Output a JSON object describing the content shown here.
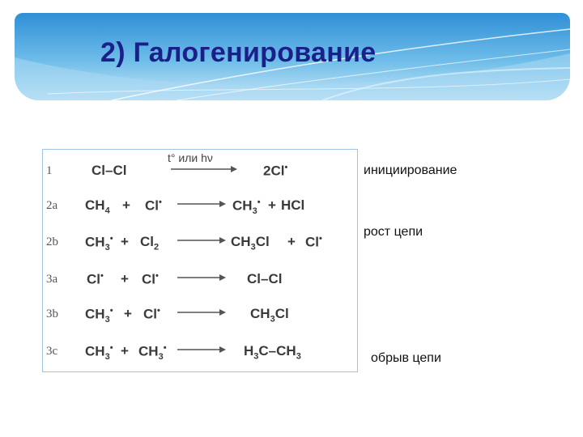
{
  "slide": {
    "title": "2) Галогенирование"
  },
  "reactions": [
    {
      "num": "1",
      "reactant1": "Cl–Cl",
      "reactant2": "",
      "condition": "t° или hν",
      "product1": "2Cl•",
      "product2": ""
    },
    {
      "num": "2a",
      "reactant1": "CH4",
      "reactant2": "Cl•",
      "condition": "",
      "product1": "CH3•",
      "product2": "HCl"
    },
    {
      "num": "2b",
      "reactant1": "CH3•",
      "reactant2": "Cl2",
      "condition": "",
      "product1": "CH3Cl",
      "product2": "Cl•"
    },
    {
      "num": "3a",
      "reactant1": "Cl•",
      "reactant2": "Cl•",
      "condition": "",
      "product1": "Cl–Cl",
      "product2": ""
    },
    {
      "num": "3b",
      "reactant1": "CH3•",
      "reactant2": "Cl•",
      "condition": "",
      "product1": "CH3Cl",
      "product2": ""
    },
    {
      "num": "3c",
      "reactant1": "CH3•",
      "reactant2": "CH3•",
      "condition": "",
      "product1": "H3C–CH3",
      "product2": ""
    }
  ],
  "stages": {
    "initiation": "инициирование",
    "propagation": "рост цепи",
    "termination": "обрыв цепи"
  },
  "colors": {
    "banner_top": "#2f8fd6",
    "banner_bottom": "#c8e6f7",
    "title": "#1b1f8a",
    "panel_border": "#9ec3e6"
  }
}
